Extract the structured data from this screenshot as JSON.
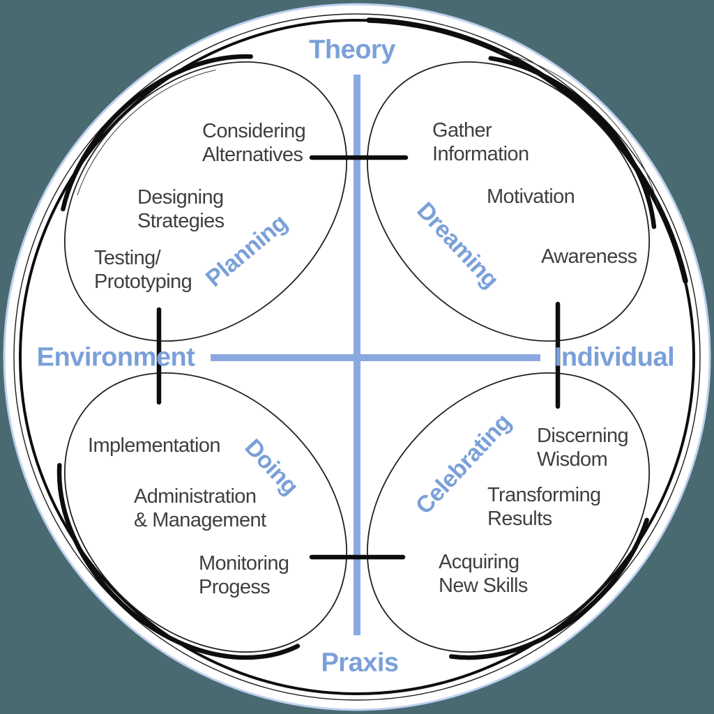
{
  "colors": {
    "background": "#4a6a72",
    "accent_text": "#7aa0d8",
    "accent_line": "#8aa9e0",
    "item_text": "#3f3f3f",
    "ink": "#0d0d0d"
  },
  "axis_labels": {
    "top": "Theory",
    "bottom": "Praxis",
    "left": "Environment",
    "right": "Individual"
  },
  "quadrants": {
    "planning": {
      "label": "Planning",
      "items": [
        "Considering\nAlternatives",
        "Designing\nStrategies",
        "Testing/\nPrototyping"
      ]
    },
    "dreaming": {
      "label": "Dreaming",
      "items": [
        "Gather\nInformation",
        "Motivation",
        "Awareness"
      ]
    },
    "doing": {
      "label": "Doing",
      "items": [
        "Implementation",
        "Administration\n& Management",
        "Monitoring\nProgess"
      ]
    },
    "celebrating": {
      "label": "Celebrating",
      "items": [
        "Discerning\nWisdom",
        "Transforming\nResults",
        "Acquiring\nNew Skills"
      ]
    }
  }
}
